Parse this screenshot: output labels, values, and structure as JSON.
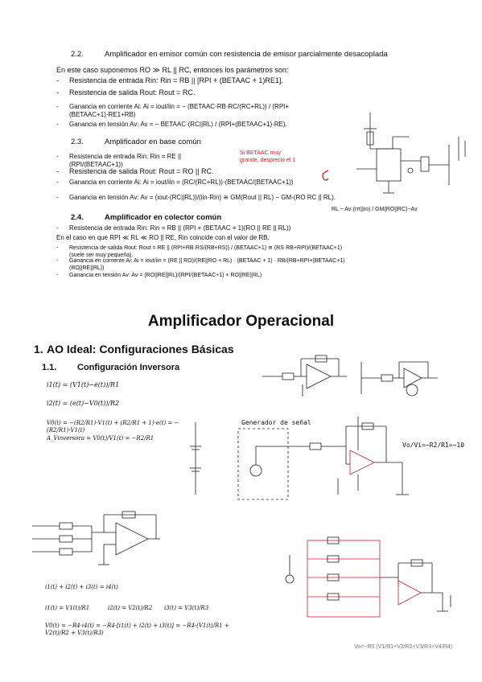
{
  "section_2_2": {
    "num": "2.2.",
    "title": "Amplificador en emisor común con resistencia de emisor parcialmente desacoplada",
    "intro": "En este caso suponemos RO ≫ RL || RC, entonces los parámetros son:",
    "items": [
      "Resistencia de entrada Rin: Rin = RB || [RPI + (BETAAC + 1)RE1].",
      "Resistencia de salida Rout: Rout = RC.",
      "Ganancia en corriente Ai: Ai = iout/iin = − (BETAAC·RB·RC/(RC+RL)) / (RPI+(BETAAC+1)·RE1+RB)",
      "Ganancia en tensión Av: Av = − BETAAC·(RC||RL) / (RPI+(BETAAC+1)·RE)."
    ]
  },
  "section_2_3": {
    "num": "2.3.",
    "title": "Amplificador en base común",
    "items": [
      "Resistencia de entrada Rin: Rin = RE || (RPI/(BETAAC+1))",
      "Resistencia de salida Rout: Rout = RO || RC.",
      "Ganancia en corriente Ai: Ai = iout/iin = (RC/(RC+RL))·(BETAAC/(BETAAC+1))",
      "Ganancia en tensión Av: Av = (iout·(RC||RL))/(iin·Rin) ≅ GM(Rout || RL) − GM·(RO  RC || RL)."
    ],
    "note": "Si BETAAC muy grande, desprecio el 1",
    "side_formula": "RL − Av·(rπ||ro) / GM(RO||RC)−Av"
  },
  "section_2_4": {
    "num": "2.4.",
    "title": "Amplificador en colector común",
    "items_first": "Resistencia de entrada Rin: Rin = RB || (RPI + (BETAAC + 1)(RO || RE || RL))",
    "intro": "En el caso en que RPI ≪ RL ≪ RO || RE, Rin coincide con el valor de RB.",
    "items": [
      "Resistencia de salida Rout: Rout = RE || (RPI+RB·RS/(RB+RS)) / (BETAAC+1) ≅ (RS·RB+RPI)/(BETAAC+1) (suele ser muy pequeña).",
      "Ganancia en corriente Ai: Ai = iout/iin = (RE || RO)/(RE||RO + RL) · (BETAAC + 1) · RB/(RB+RPI+(BETAAC+1)(RO||RE||RL))",
      "Ganancia en tensión Av: Av = (RO||RE||RL)/(RPI/(BETAAC+1) + RO||RE||RL)"
    ]
  },
  "main_title": "Amplificador Operacional",
  "chapter": {
    "num": "1.",
    "title": "AO Ideal: Configuraciones Básicas"
  },
  "section_1_1": {
    "num": "1.1.",
    "title": "Configuración Inversora",
    "eq1": "i1(t) = (V1(t)−e(t))/R1",
    "eq2": "i2(t) = (e(t)−V0(t))/R2",
    "eq3": "V0(t) = −(R2/R1)·V1(t) + (R2/R1 + 1)·e(t) = −(R2/R1)·V1(t)",
    "eq4": "A_Vinversora = V0(t)/V1(t) = −R2/R1"
  },
  "circuit_labels": {
    "generator": "Generador de señal",
    "gain": "Vo/Vi=−R2/R1=−10",
    "sum_eq_bottom": "Vo=−R5 (V1/R1+V2/R2+V3/R3+V4/R4)"
  },
  "sum_equations": {
    "eq1": "i1(t) + i2(t) + i3(t) = i4(t)",
    "eq2a": "i1(t) = V1(t)/R1",
    "eq2b": "i2(t) = V2(t)/R2",
    "eq2c": "i3(t) = V3(t)/R3",
    "eq3": "V0(t) = −R4·i4(t) = −R4·[i1(t) + i2(t) + i3(t)] = −R4·(V1(t)/R1 + V2(t)/R2 + V3(t)/R3)"
  },
  "colors": {
    "accent_red": "#d02020",
    "wire": "#222222",
    "circuit_hi": "#c02030"
  }
}
